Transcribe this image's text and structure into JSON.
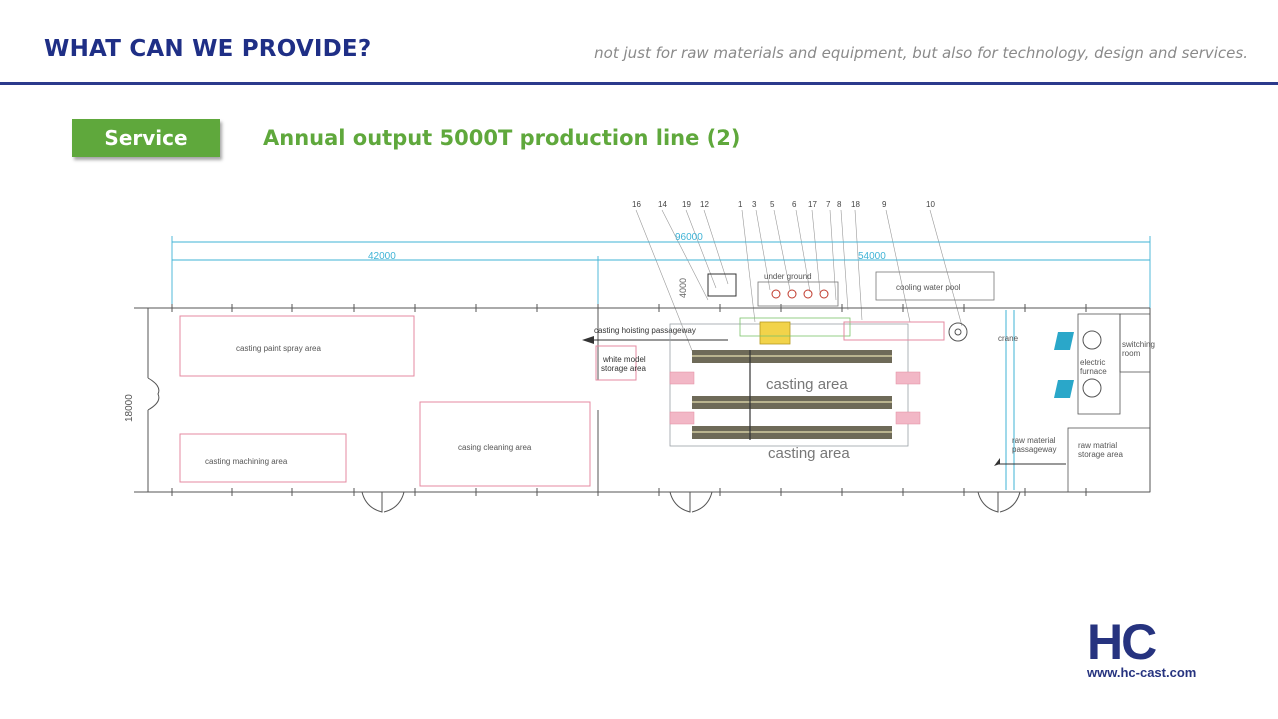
{
  "header": {
    "title": "WHAT CAN WE PROVIDE?",
    "tagline": "not just for raw materials and equipment, but also for technology, design and services."
  },
  "section": {
    "badge": "Service",
    "subtitle": "Annual output 5000T production line (2)"
  },
  "plan": {
    "dimensions": {
      "total": "96000",
      "left": "42000",
      "right": "54000",
      "height": "18000",
      "small": "4000"
    },
    "callout_numbers": [
      "16",
      "14",
      "19",
      "12",
      "1",
      "3",
      "5",
      "6",
      "17",
      "7",
      "8",
      "18",
      "9",
      "10"
    ],
    "areas": {
      "paint_spray": "casting paint spray area",
      "machining": "casting machining area",
      "cleaning": "casing cleaning area",
      "hoisting": "casting hoisting passageway",
      "white_model": [
        "white model",
        "storage area"
      ],
      "casting_area_1": "casting area",
      "casting_area_2": "casting area",
      "under_ground": "under ground",
      "cooling_pool": "cooling water pool",
      "crane": "crane",
      "electric_furnace": [
        "electric",
        "furnace"
      ],
      "switching_room": [
        "switching",
        "room"
      ],
      "raw_passageway": [
        "raw material",
        "passageway"
      ],
      "raw_storage": [
        "raw matrial",
        "storage area"
      ]
    }
  },
  "logo": {
    "mark": "HC",
    "url": "www.hc-cast.com"
  },
  "colors": {
    "title": "#1f2f86",
    "accent_green": "#5fa83c",
    "rule": "#2b3a8c",
    "plan_line": "#555555",
    "dim_line": "#3fb3d6",
    "area_outline": "#e48aa0"
  }
}
